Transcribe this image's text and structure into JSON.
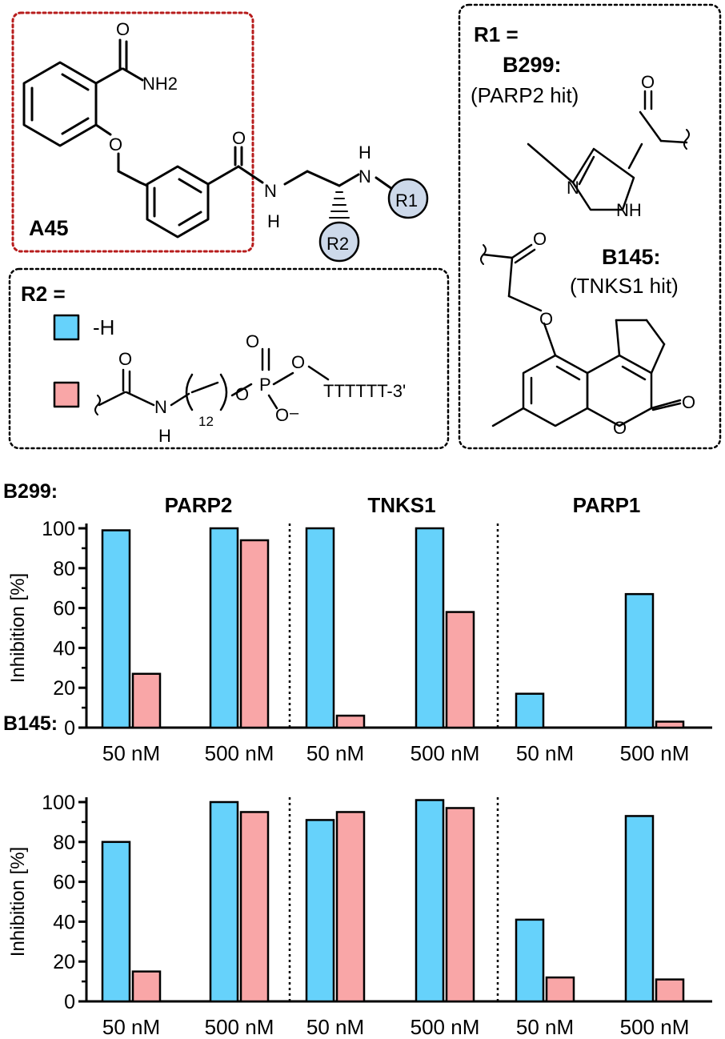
{
  "structure": {
    "scaffold_label": "A45",
    "amide_nh2": "NH2",
    "ring_o": "O",
    "r1_group": "R1",
    "r2_group": "R2",
    "nh_n": "N",
    "nh_h": "H",
    "r1_box": {
      "heading": "R1 =",
      "b299_name": "B299:",
      "b299_hit": "(PARP2 hit)",
      "b145_name": "B145:",
      "b145_hit": "(TNKS1 hit)",
      "pyrazole_n": "N",
      "pyrazole_nh": "NH"
    },
    "r2_box": {
      "heading": "R2 =",
      "option_blue": "-H",
      "linker_repeat": "12",
      "phosphate_p": "P",
      "phosphate_charge": "–",
      "oligo": "TTTTTT-3'"
    }
  },
  "colors": {
    "blue": "#66d2fb",
    "pink": "#f9a6a7",
    "scaffold_box": "#b71c1c",
    "r_circle": "#cdd9ea"
  },
  "chart_data": [
    {
      "type": "bar",
      "panel_label": "B299:",
      "ylabel": "Inhibition [%]",
      "ylim": [
        0,
        100
      ],
      "yticks": [
        "0",
        "20",
        "40",
        "60",
        "80",
        "100"
      ],
      "groups": [
        "PARP2",
        "TNKS1",
        "PARP1"
      ],
      "categories": [
        "50 nM",
        "500 nM",
        "50 nM",
        "500 nM",
        "50 nM",
        "500 nM"
      ],
      "series": [
        {
          "color": "#66d2fb",
          "values": [
            99,
            100,
            100,
            100,
            17,
            67
          ]
        },
        {
          "color": "#f9a6a7",
          "values": [
            27,
            94,
            6,
            58,
            0,
            3
          ]
        }
      ]
    },
    {
      "type": "bar",
      "panel_label": "B145:",
      "ylabel": "Inhibition [%]",
      "ylim": [
        0,
        100
      ],
      "yticks": [
        "0",
        "20",
        "40",
        "60",
        "80",
        "100"
      ],
      "groups": [],
      "categories": [
        "50 nM",
        "500 nM",
        "50 nM",
        "500 nM",
        "50 nM",
        "500 nM"
      ],
      "series": [
        {
          "color": "#66d2fb",
          "values": [
            80,
            100,
            91,
            101,
            41,
            93
          ]
        },
        {
          "color": "#f9a6a7",
          "values": [
            15,
            95,
            95,
            97,
            12,
            11
          ]
        }
      ]
    }
  ]
}
